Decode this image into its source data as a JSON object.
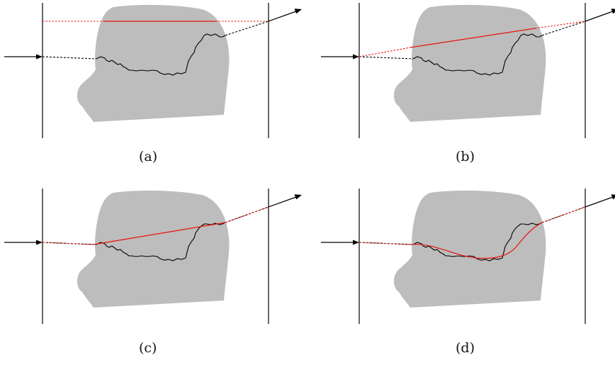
{
  "figure": {
    "panels": [
      {
        "id": "a",
        "caption": "(a)"
      },
      {
        "id": "b",
        "caption": "(b)"
      },
      {
        "id": "c",
        "caption": "(c)"
      },
      {
        "id": "d",
        "caption": "(d)"
      }
    ],
    "colors": {
      "head": "#bdbdbd",
      "true_path": "#000000",
      "estimated_path": "#e8140c"
    }
  }
}
